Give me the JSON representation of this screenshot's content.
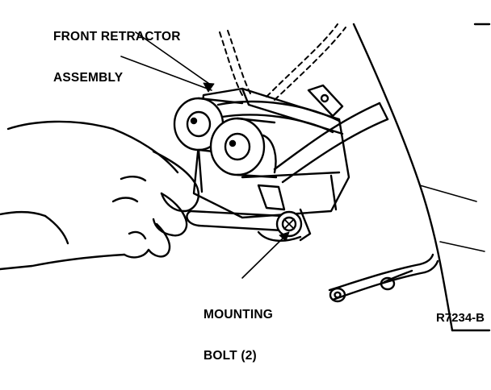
{
  "callouts": {
    "retractor": {
      "line1": "FRONT RETRACTOR",
      "line2": "ASSEMBLY"
    },
    "bolt": {
      "line1": "MOUNTING",
      "line2": "BOLT (2)"
    }
  },
  "figure_id": "R7234-B"
}
